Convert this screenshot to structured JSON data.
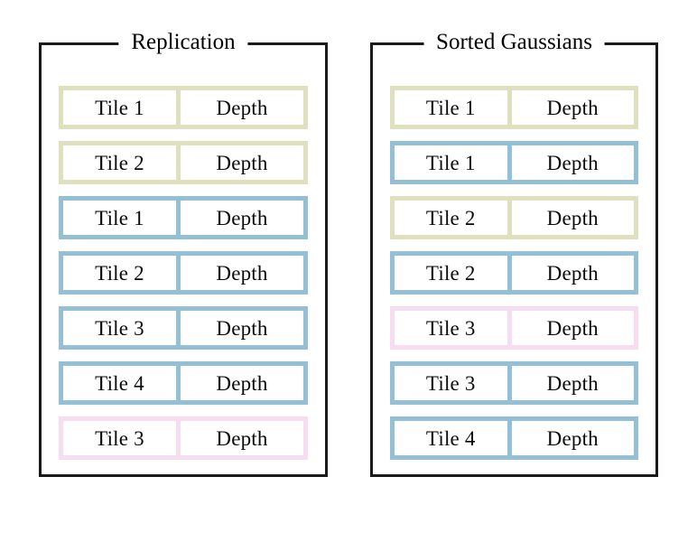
{
  "figure": {
    "background": "#ffffff",
    "panel_border_color": "#1a1a1a",
    "text_color": "#0a0a0a"
  },
  "colors": {
    "olive": "#dfe0bd",
    "blue": "#94c0d6",
    "pink": "#f7ddf0"
  },
  "panels": [
    {
      "id": "replication",
      "title": "Replication",
      "rows": [
        {
          "tile": "Tile 1",
          "depth": "Depth",
          "color": "#dfe0bd",
          "color_name": "olive"
        },
        {
          "tile": "Tile 2",
          "depth": "Depth",
          "color": "#dfe0bd",
          "color_name": "olive"
        },
        {
          "tile": "Tile 1",
          "depth": "Depth",
          "color": "#94c0d6",
          "color_name": "blue"
        },
        {
          "tile": "Tile 2",
          "depth": "Depth",
          "color": "#94c0d6",
          "color_name": "blue"
        },
        {
          "tile": "Tile 3",
          "depth": "Depth",
          "color": "#94c0d6",
          "color_name": "blue"
        },
        {
          "tile": "Tile 4",
          "depth": "Depth",
          "color": "#94c0d6",
          "color_name": "blue"
        },
        {
          "tile": "Tile 3",
          "depth": "Depth",
          "color": "#f7ddf0",
          "color_name": "pink"
        }
      ]
    },
    {
      "id": "sorted-gaussians",
      "title": "Sorted Gaussians",
      "rows": [
        {
          "tile": "Tile 1",
          "depth": "Depth",
          "color": "#dfe0bd",
          "color_name": "olive"
        },
        {
          "tile": "Tile 1",
          "depth": "Depth",
          "color": "#94c0d6",
          "color_name": "blue"
        },
        {
          "tile": "Tile 2",
          "depth": "Depth",
          "color": "#dfe0bd",
          "color_name": "olive"
        },
        {
          "tile": "Tile 2",
          "depth": "Depth",
          "color": "#94c0d6",
          "color_name": "blue"
        },
        {
          "tile": "Tile 3",
          "depth": "Depth",
          "color": "#f7ddf0",
          "color_name": "pink"
        },
        {
          "tile": "Tile 3",
          "depth": "Depth",
          "color": "#94c0d6",
          "color_name": "blue"
        },
        {
          "tile": "Tile 4",
          "depth": "Depth",
          "color": "#94c0d6",
          "color_name": "blue"
        }
      ]
    }
  ]
}
